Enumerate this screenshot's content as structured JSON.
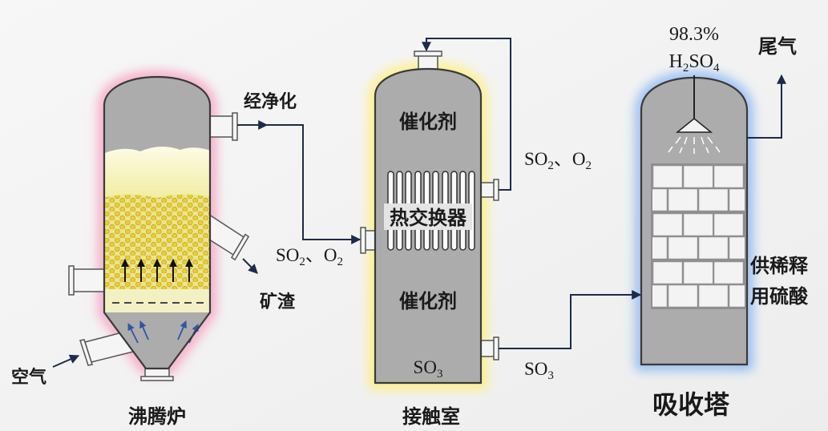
{
  "colors": {
    "vessel_body": "#acacac",
    "furnace_glow": "#f5a3c2",
    "chamber_glow": "#fff07a",
    "tower_glow": "#8db8f2",
    "flow_line": "#1c2b4a",
    "bed_particle": "#e6cf36"
  },
  "boiling_furnace": {
    "label": "沸腾炉",
    "purified_label": "经净化",
    "slag_label": "矿渣",
    "air_label": "空气"
  },
  "contact_chamber": {
    "label": "接触室",
    "catalyst_upper": "催化剂",
    "heat_exchanger": "热交换器",
    "catalyst_lower": "催化剂",
    "outlet_gas": {
      "base": "SO",
      "sub": "3"
    }
  },
  "streams": {
    "chamber_inlet": {
      "part1": "SO",
      "sub1": "2",
      "part2": "、O",
      "sub2": "2"
    },
    "exchanger_outlet": {
      "part1": "SO",
      "sub1": "2",
      "part2": "、O",
      "sub2": "2"
    },
    "to_tower": {
      "base": "SO",
      "sub": "3"
    }
  },
  "absorption_tower": {
    "label": "吸收塔",
    "spray_concentration": "98.3%",
    "spray_acid": {
      "part1": "H",
      "sub1": "2",
      "part2": "SO",
      "sub2": "4"
    },
    "tail_gas_label": "尾气",
    "product_label_line1": "供稀释",
    "product_label_line2": "用硫酸"
  }
}
